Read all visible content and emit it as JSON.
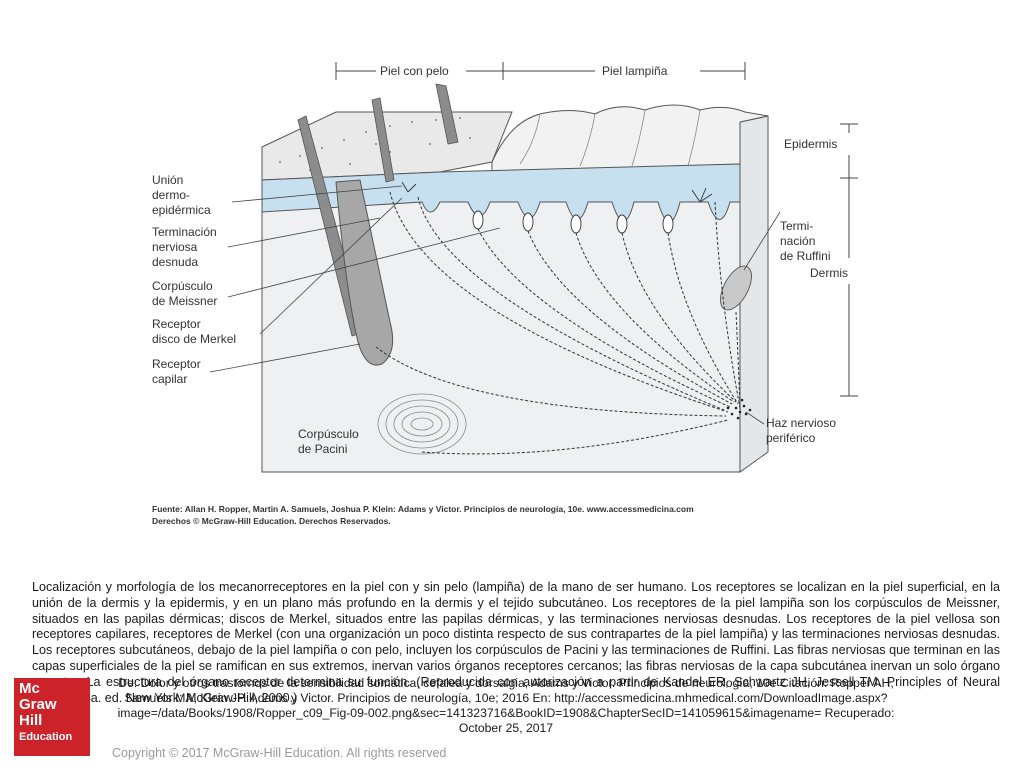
{
  "figure": {
    "top_labels": {
      "hairy_skin": "Piel con pelo",
      "glabrous_skin": "Piel lampiña"
    },
    "right_labels": {
      "epidermis": "Epidermis",
      "ruffini_1": "Termi-",
      "ruffini_2": "nación",
      "ruffini_3": "de Ruffini",
      "dermis": "Dermis",
      "nerve_bundle_1": "Haz nervioso",
      "nerve_bundle_2": "periférico"
    },
    "left_labels": {
      "junction_1": "Unión",
      "junction_2": "dermo-",
      "junction_3": "epidérmica",
      "free_ending_1": "Terminación",
      "free_ending_2": "nerviosa",
      "free_ending_3": "desnuda",
      "meissner_1": "Corpúsculo",
      "meissner_2": "de Meissner",
      "merkel_1": "Receptor",
      "merkel_2": "disco de Merkel",
      "hair_receptor_1": "Receptor",
      "hair_receptor_2": "capilar",
      "pacini_1": "Corpúsculo",
      "pacini_2": "de Pacini"
    },
    "source_line_1": "Fuente: Allan H. Ropper, Martin A. Samuels, Joshua P. Klein: Adams y Victor. Principios de neurología, 10e. www.accessmedicina.com",
    "source_line_2": "Derechos © McGraw-Hill Education. Derechos Reservados.",
    "colors": {
      "epidermis_blue": "#c6e0ef",
      "dermis_gray": "#eef0f2",
      "hair_gray": "#8c8c8c",
      "nerve_dark": "#333333"
    }
  },
  "caption": "Localización y morfología de los mecanorreceptores en la piel con y sin pelo (lampiña) de la mano de ser humano. Los receptores se localizan en la piel superficial, en la unión de la dermis y la epidermis, y en un plano más profundo en la dermis y el tejido subcutáneo. Los receptores de la piel lampiña son los corpúsculos de Meissner, situados en las papilas dérmicas; discos de Merkel, situados entre las papilas dérmicas, y las terminaciones nerviosas desnudas. Los receptores de la piel vellosa son receptores capilares, receptores de Merkel (con una organización un poco distinta respecto de sus contrapartes de la piel lampiña) y las terminaciones nerviosas desnudas. Los receptores subcutáneos, debajo de la piel lampiña o con pelo, incluyen los corpúsculos de Pacini y las terminaciones de Ruffini. Las fibras nerviosas que terminan en las capas superficiales de la piel se ramifican en sus extremos, inervan varios órganos receptores cercanos; las fibras nerviosas de la capa subcutánea inervan un solo órgano receptor. La estructura del órgano receptor determina su función. (Reproducida con autorización a partir de Kandel ER, Schwartz JH, Jessell TM. Principles of Neural Science, 4a. ed. New York: McGraw-Hill, 2000.)",
  "citation": "De: Dolor y otros trastornos de la sensibilidad somática, cefalea y dorsalgia, Adams y Victor. Principios de neurología, 10e Citación: Ropper AH, Samuels MA, Klein JP. Adams y Victor. Principios de neurología, 10e; 2016 En: http://accessmedicina.mhmedical.com/DownloadImage.aspx?image=/data/Books/1908/Ropper_c09_Fig-09-002.png&sec=141323716&BookID=1908&ChapterSecID=141059615&imagename= Recuperado: October 25, 2017",
  "logo": {
    "line1": "Mc",
    "line2": "Graw",
    "line3": "Hill",
    "line4": "Education",
    "color": "#cc2229"
  },
  "copyright": "Copyright © 2017 McGraw-Hill Education. All rights reserved"
}
